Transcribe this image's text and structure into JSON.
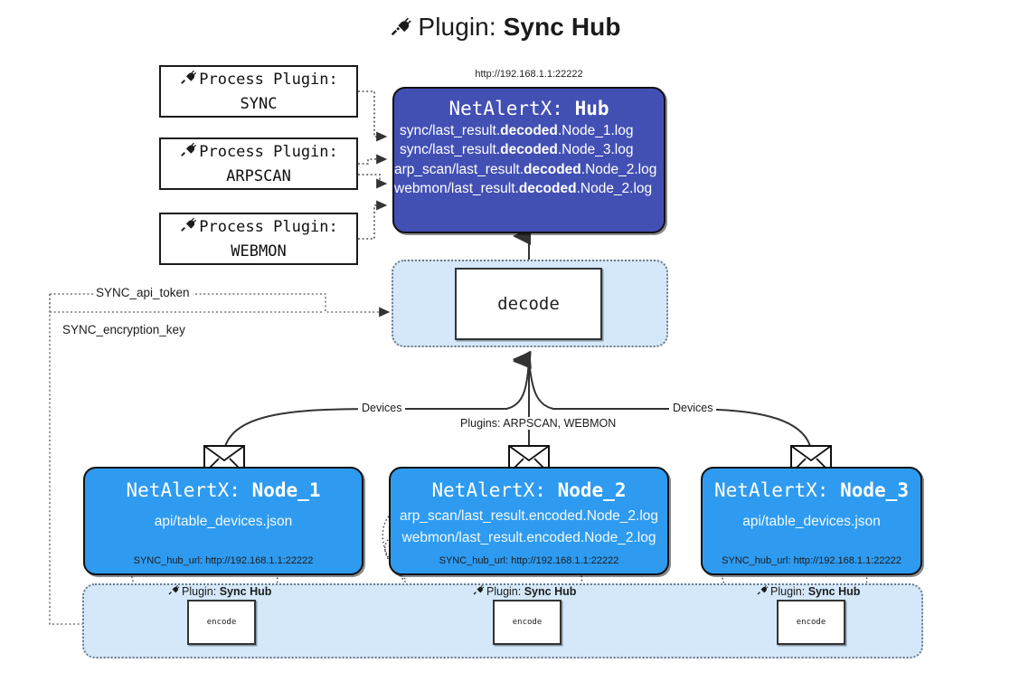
{
  "header": {
    "icon": "plug-icon",
    "prefix": "Plugin:",
    "name": "Sync Hub"
  },
  "process_plugins": [
    {
      "icon": "plug-icon",
      "line1": "Process Plugin:",
      "line2": "SYNC"
    },
    {
      "icon": "plug-icon",
      "line1": "Process Plugin:",
      "line2": "ARPSCAN"
    },
    {
      "icon": "plug-icon",
      "line1": "Process Plugin:",
      "line2": "WEBMON"
    }
  ],
  "hub": {
    "url": "http://192.168.1.1:22222",
    "title_prefix": "NetAlertX:",
    "title_name": "Hub",
    "logs": [
      {
        "pre": "sync/last_result.",
        "em": "decoded",
        "post": ".Node_1.log"
      },
      {
        "pre": "sync/last_result.",
        "em": "decoded",
        "post": ".Node_3.log"
      },
      {
        "pre": "arp_scan/last_result.",
        "em": "decoded",
        "post": ".Node_2.log"
      },
      {
        "pre": "webmon/last_result.",
        "em": "decoded",
        "post": ".Node_2.log"
      }
    ]
  },
  "decode": {
    "label": "decode"
  },
  "secrets": [
    {
      "label": "SYNC_api_token"
    },
    {
      "label": "SYNC_encryption_key"
    }
  ],
  "edge_labels": {
    "devices_left": "Devices",
    "devices_right": "Devices",
    "plugins_center": "Plugins: ARPSCAN, WEBMON"
  },
  "nodes": [
    {
      "title_prefix": "NetAlertX:",
      "title_name": "Node_1",
      "files": [
        "api/table_devices.json"
      ],
      "hub_url_label": "SYNC_hub_url: http://192.168.1.1:22222",
      "plugin_label_prefix": "Plugin:",
      "plugin_label_name": "Sync Hub",
      "encode_label": "encode",
      "mail_icon": "envelope-icon"
    },
    {
      "title_prefix": "NetAlertX:",
      "title_name": "Node_2",
      "files": [
        "arp_scan/last_result.encoded.Node_2.log",
        "webmon/last_result.encoded.Node_2.log"
      ],
      "hub_url_label": "SYNC_hub_url: http://192.168.1.1:22222",
      "plugin_label_prefix": "Plugin:",
      "plugin_label_name": "Sync Hub",
      "encode_label": "encode",
      "mail_icon": "envelope-icon"
    },
    {
      "title_prefix": "NetAlertX:",
      "title_name": "Node_3",
      "files": [
        "api/table_devices.json"
      ],
      "hub_url_label": "SYNC_hub_url: http://192.168.1.1:22222",
      "plugin_label_prefix": "Plugin:",
      "plugin_label_name": "Sync Hub",
      "encode_label": "encode",
      "mail_icon": "envelope-icon"
    }
  ],
  "colors": {
    "hub_fill": "#4250b4",
    "node_fill": "#2e9bf0",
    "container_fill": "#d4e8fa",
    "stroke": "#1b1b1b",
    "dotted_stroke": "#6c7a86"
  }
}
